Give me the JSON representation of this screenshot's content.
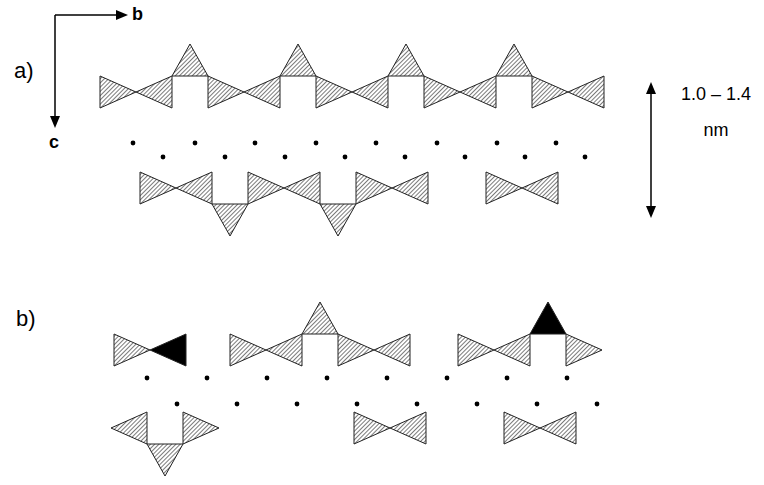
{
  "diagram": {
    "labels": [
      "a)",
      "b)",
      "b",
      "c",
      "1.0 – 1.4 nm"
    ]
  }
}
